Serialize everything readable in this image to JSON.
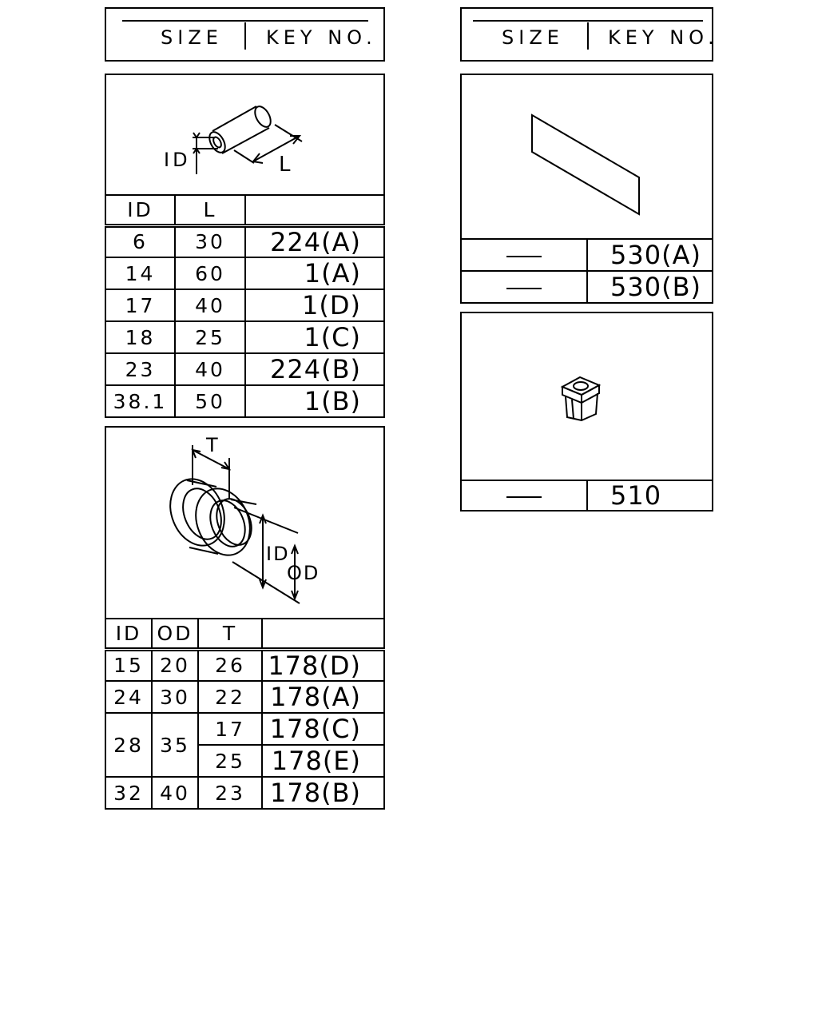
{
  "left_header": {
    "size_label": "SIZE",
    "key_label": "KEY NO."
  },
  "right_header": {
    "size_label": "SIZE",
    "key_label": "KEY NO."
  },
  "tube_section": {
    "dim_labels": {
      "id": "ID",
      "length": "L"
    },
    "columns": [
      "ID",
      "L",
      ""
    ],
    "rows": [
      {
        "id": "6",
        "l": "30",
        "key": "224(A)"
      },
      {
        "id": "14",
        "l": "60",
        "key": "1(A)"
      },
      {
        "id": "17",
        "l": "40",
        "key": "1(D)"
      },
      {
        "id": "18",
        "l": "25",
        "key": "1(C)"
      },
      {
        "id": "23",
        "l": "40",
        "key": "224(B)"
      },
      {
        "id": "38.1",
        "l": "50",
        "key": "1(B)"
      }
    ]
  },
  "grommet_section": {
    "dim_labels": {
      "t": "T",
      "id": "ID",
      "od": "OD"
    },
    "columns": [
      "ID",
      "OD",
      "T",
      ""
    ],
    "rows": [
      {
        "id": "15",
        "od": "20",
        "t": "26",
        "key": "178(D)"
      },
      {
        "id": "24",
        "od": "30",
        "t": "22",
        "key": "178(A)"
      },
      {
        "id": "28",
        "od": "35",
        "t": "17",
        "key": "178(C)"
      },
      {
        "t": "25",
        "key": "178(E)"
      },
      {
        "id": "32",
        "od": "40",
        "t": "23",
        "key": "178(B)"
      }
    ]
  },
  "sheet_section": {
    "rows": [
      {
        "size": "—",
        "key": "530(A)"
      },
      {
        "size": "—",
        "key": "530(B)"
      }
    ]
  },
  "clip_section": {
    "rows": [
      {
        "size": "—",
        "key": "510"
      }
    ]
  }
}
